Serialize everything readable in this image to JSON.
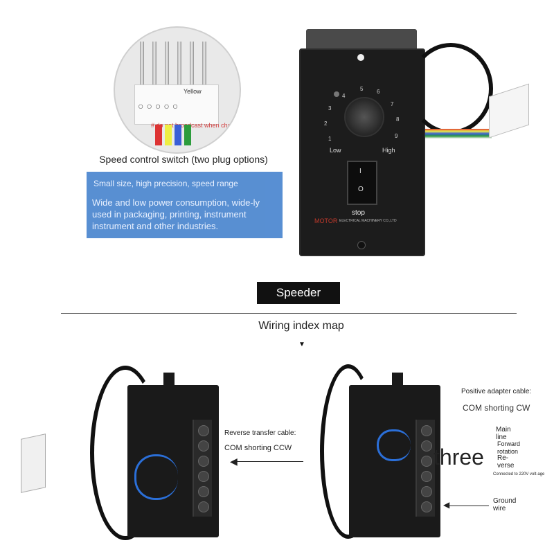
{
  "connector": {
    "yellow_label": "Yellow",
    "watermark": "# do not broadcast when charged",
    "caption": "Speed control switch (two plug options)"
  },
  "feature_box": {
    "line1": "Small size, high precision, speed range",
    "line2": "Wide and low power consumption, wide-ly used in packaging, printing, instrument instrument and other industries."
  },
  "controller": {
    "dial_numbers": [
      "1",
      "2",
      "3",
      "4",
      "5",
      "6",
      "7",
      "8",
      "9"
    ],
    "low": "Low",
    "high": "High",
    "stop": "stop",
    "brand": "MOTOR",
    "maker": "ELECTRICAL MACHINERY CO.,LTD"
  },
  "section": {
    "title": "Speeder",
    "wiring": "Wiring index map"
  },
  "left_diagram": {
    "cable_label": "Reverse transfer cable:",
    "shorting": "COM shorting CCW"
  },
  "right_diagram": {
    "cable_label": "Positive adapter cable:",
    "shorting": "COM shorting CW",
    "main_line": "Main line",
    "forward": "Forward rotation",
    "reverse": "Re-verse",
    "voltage": "Connected to 220V volt-age",
    "ground": "Ground wire",
    "overlay": "three"
  },
  "colors": {
    "feature_box": "#4a86cf",
    "controller": "#1c1c1c",
    "title_bg": "#111111",
    "watermark": "#d23a3a"
  }
}
